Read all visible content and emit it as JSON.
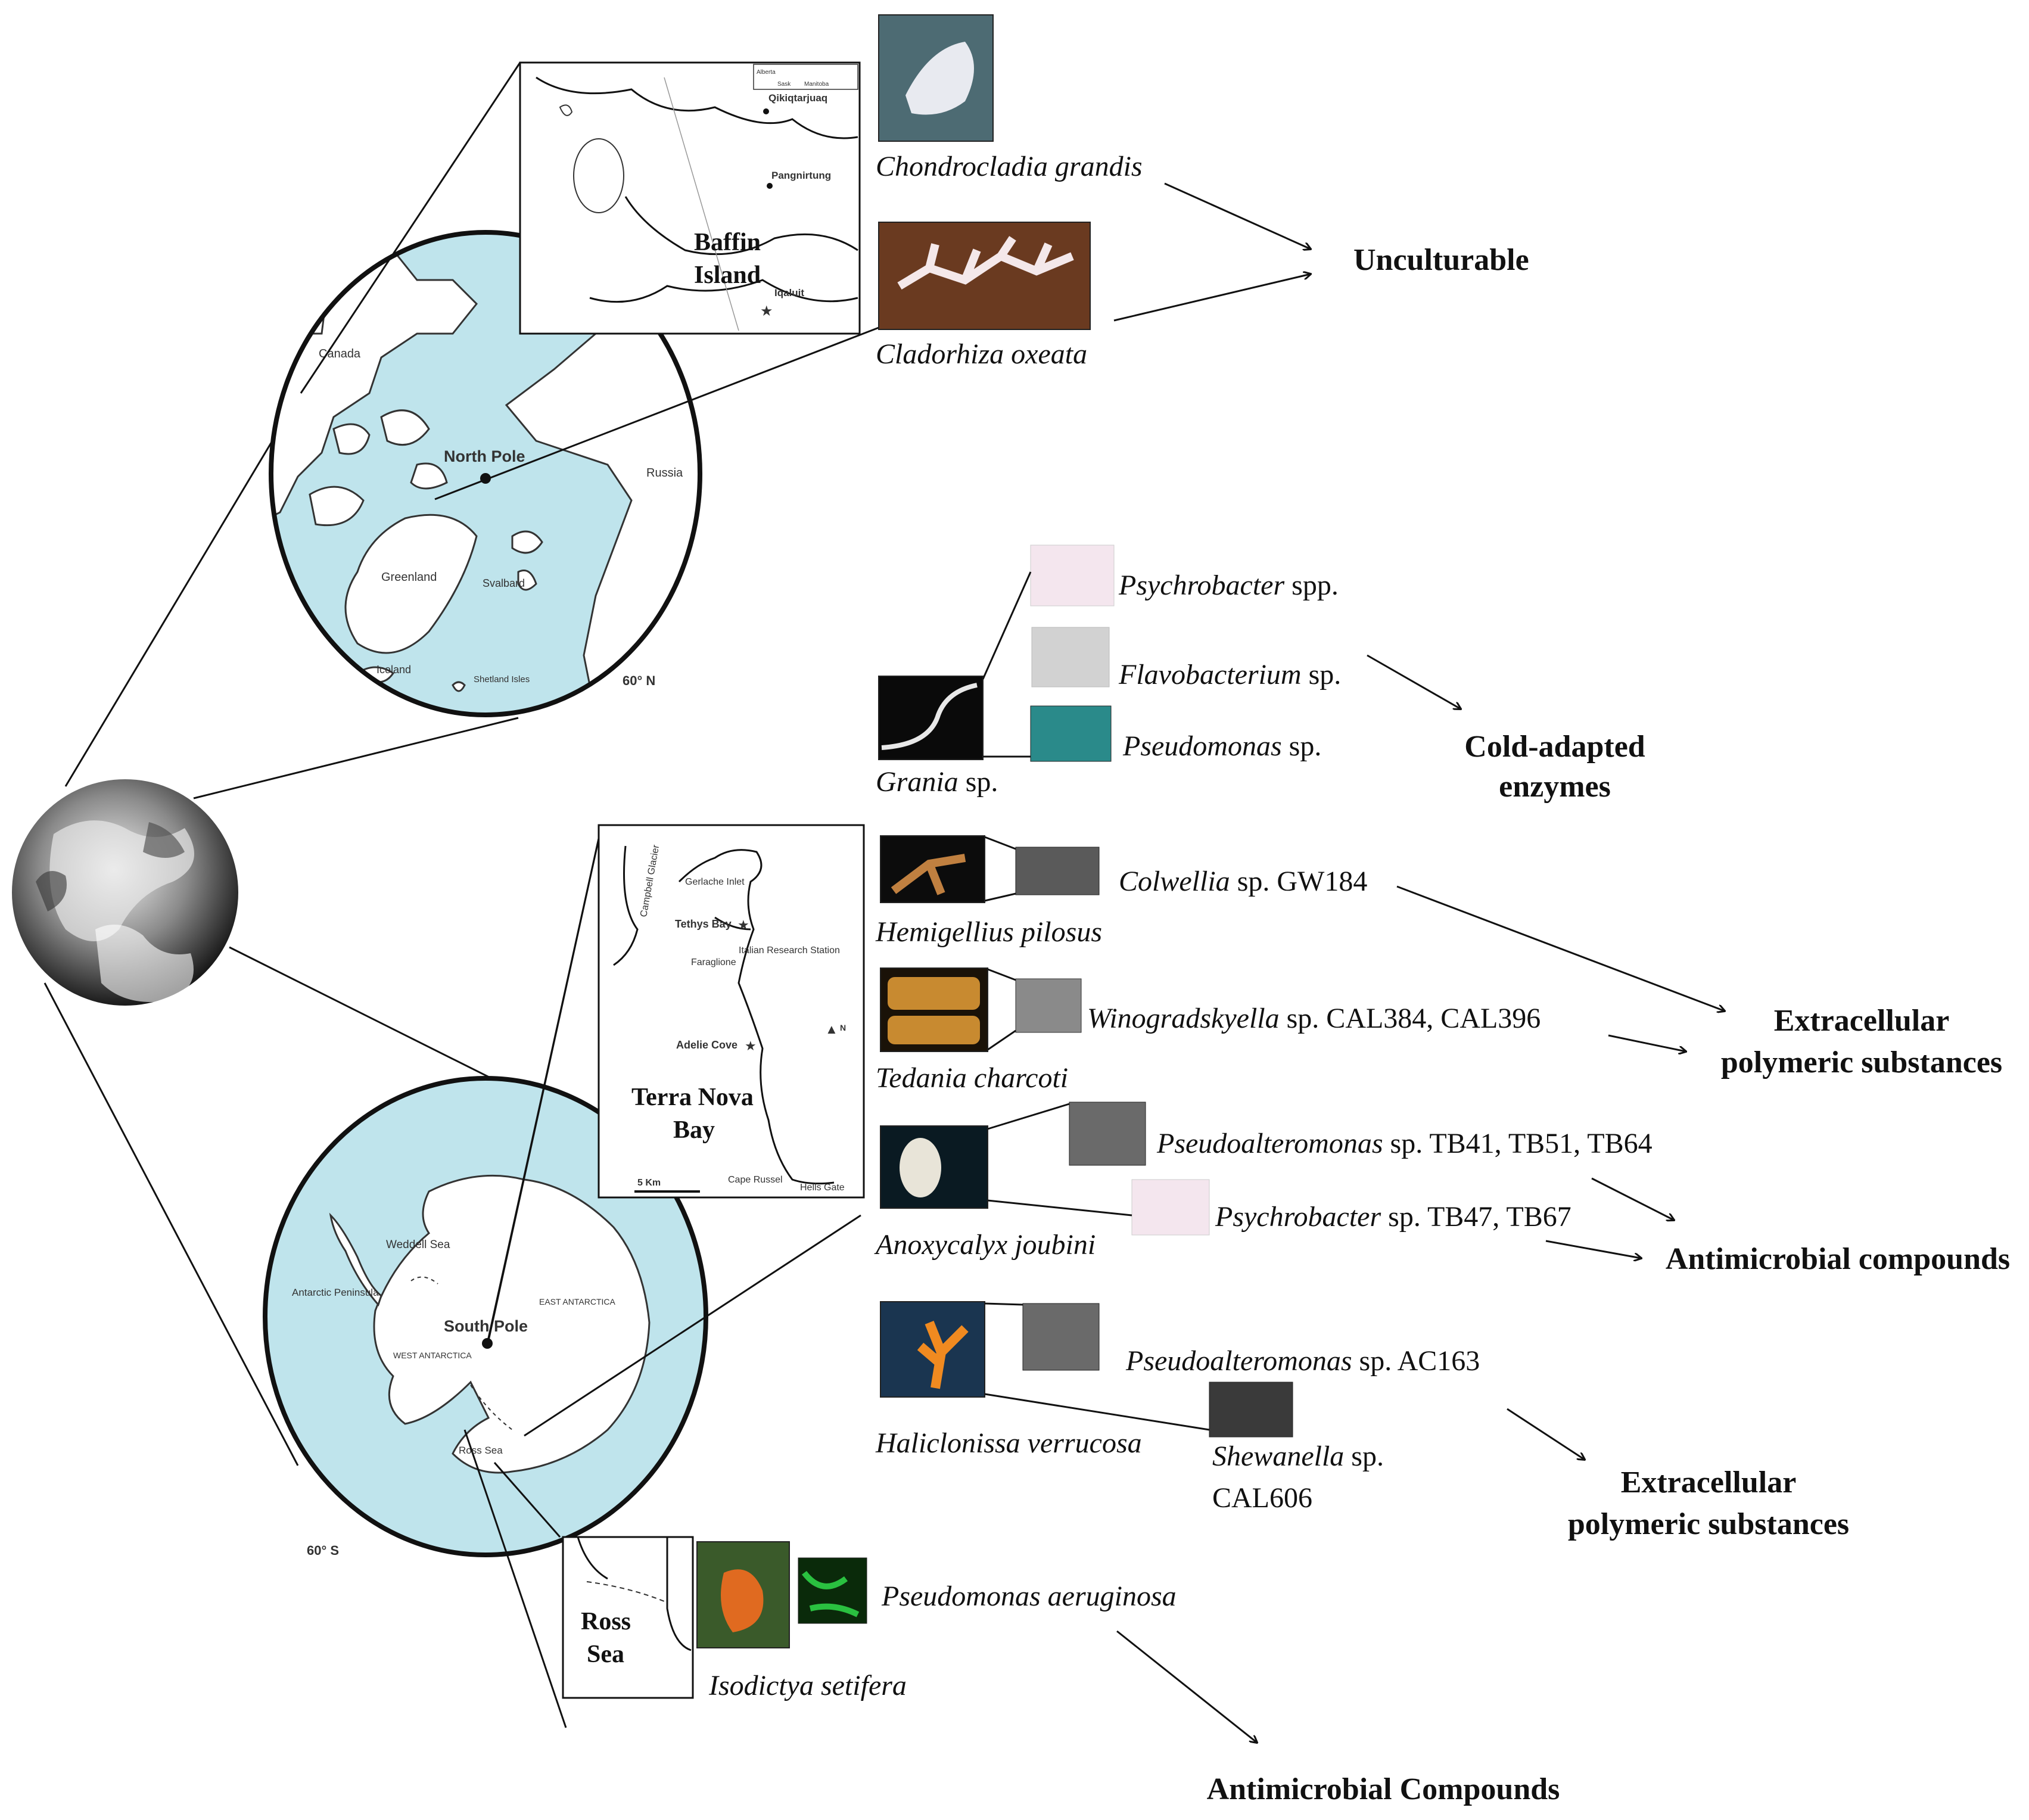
{
  "maps": {
    "arctic": {
      "north_pole": "North Pole",
      "canada": "Canada",
      "russia": "Russia",
      "greenland": "Greenland",
      "svalbard": "Svalbard",
      "iceland": "Iceland",
      "shetland": "Shetland Isles",
      "lat": "60° N"
    },
    "baffin_inset": {
      "title_line1": "Baffin",
      "title_line2": "Island",
      "qikiqtarjuaq": "Qikiqtarjuaq",
      "pangnirtung": "Pangnirtung",
      "iqaluit": "Iqaluit",
      "alberta": "Alberta",
      "sask": "Sask",
      "manitoba": "Manitoba"
    },
    "antarctic": {
      "south_pole": "South Pole",
      "weddell": "Weddell Sea",
      "peninsula": "Antarctic Peninsula",
      "east": "EAST ANTARCTICA",
      "west": "WEST ANTARCTICA",
      "ross": "Ross Sea",
      "lat": "60° S"
    },
    "terra_nova_inset": {
      "title_line1": "Terra Nova",
      "title_line2": "Bay",
      "campbell": "Campbell Glacier",
      "gerlache": "Gerlache Inlet",
      "tethys": "Tethys Bay",
      "station": "Italian Research Station",
      "faraglione": "Faraglione",
      "adelie": "Adelie Cove",
      "cape_russel": "Cape Russel",
      "hells_gate": "Hells Gate",
      "scale": "5 Km",
      "north": "N"
    },
    "ross_inset": {
      "title_line1": "Ross",
      "title_line2": "Sea"
    }
  },
  "species": {
    "chondrocladia": "Chondrocladia grandis",
    "cladorhiza": "Cladorhiza oxeata",
    "psychrobacter_spp": "Psychrobacter",
    "psychrobacter_spp_suffix": " spp.",
    "flavobacterium": "Flavobacterium",
    "flavobacterium_suffix": " sp.",
    "pseudomonas": "Pseudomonas",
    "pseudomonas_suffix": " sp.",
    "grania": "Grania",
    "grania_suffix": " sp.",
    "colwellia": "Colwellia",
    "colwellia_suffix": " sp. GW184",
    "hemigellius": "Hemigellius  pilosus",
    "winogradskyella": "Winogradskyella",
    "winogradskyella_suffix": " sp. CAL384, CAL396",
    "tedania": "Tedania charcoti",
    "pseudoalteromonas_tb": "Pseudoalteromonas",
    "pseudoalteromonas_tb_suffix": " sp. TB41, TB51, TB64",
    "psychrobacter_tb": "Psychrobacter",
    "psychrobacter_tb_suffix": " sp. TB47, TB67",
    "anoxycalyx": "Anoxycalyx joubini",
    "pseudoalteromonas_ac": "Pseudoalteromonas",
    "pseudoalteromonas_ac_suffix": " sp. AC163",
    "haliclonissa": "Haliclonissa verrucosa",
    "shewanella": "Shewanella",
    "shewanella_suffix": " sp.",
    "shewanella_line2": "CAL606",
    "pseudomonas_aeruginosa": "Pseudomonas aeruginosa",
    "isodictya": "Isodictya setifera"
  },
  "outcomes": {
    "unculturable": "Unculturable",
    "cold_line1": "Cold-adapted",
    "cold_line2": "enzymes",
    "eps1_line1": "Extracellular",
    "eps1_line2": "polymeric substances",
    "antimicrobial1": "Antimicrobial compounds",
    "eps2_line1": "Extracellular",
    "eps2_line2": "polymeric substances",
    "antimicrobial2": "Antimicrobial Compounds"
  }
}
